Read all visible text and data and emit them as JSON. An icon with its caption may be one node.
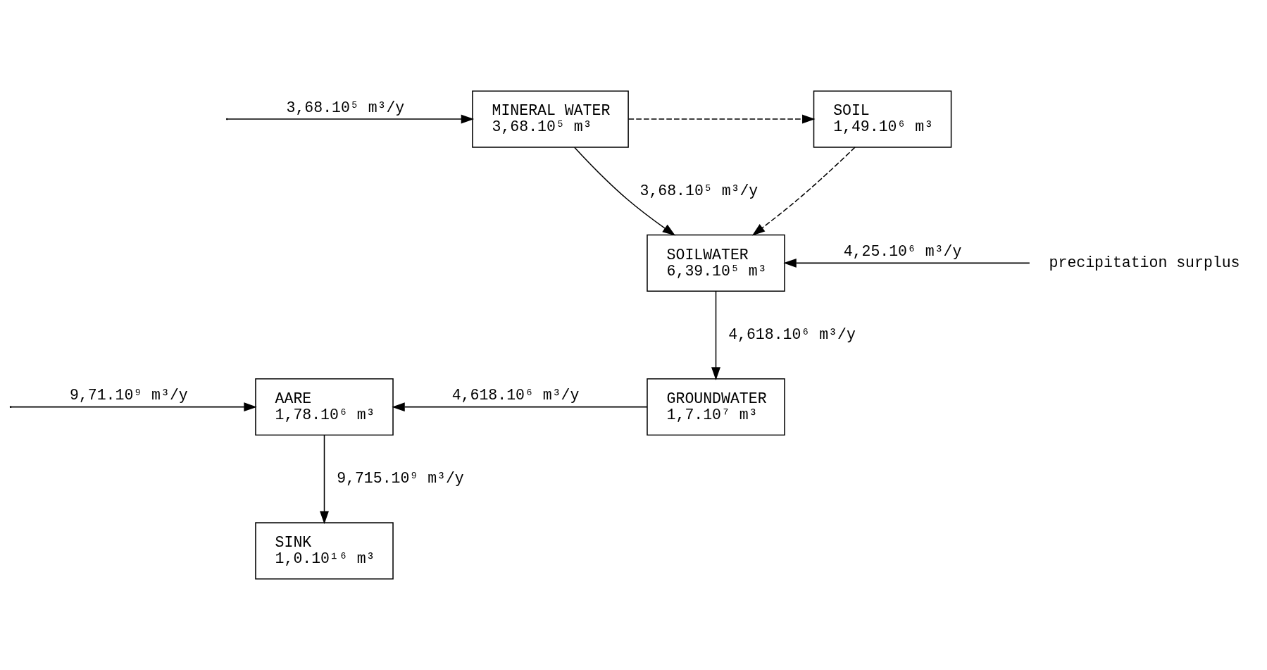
{
  "diagram": {
    "nodes": [
      {
        "text": [
          "MINERAL WATER",
          "3,68.10⁵ m³"
        ]
      },
      {
        "text": [
          "SOIL",
          "1,49.10⁶ m³"
        ]
      },
      {
        "text": [
          "SOILWATER",
          "6,39.10⁵ m³"
        ]
      },
      {
        "text": [
          "precipitation surplus"
        ]
      },
      {
        "text": [
          "GROUNDWATER",
          "1,7.10⁷ m³"
        ]
      },
      {
        "text": [
          "AARE",
          "1,78.10⁶ m³"
        ]
      },
      {
        "text": [
          "SINK",
          "1,0.10¹⁶ m³"
        ]
      }
    ],
    "edges": [
      {
        "from": null,
        "to": 0,
        "arrow": "to",
        "label": "3,68.10⁵ m³/y"
      },
      {
        "from": 0,
        "to": 1,
        "arrow": "to",
        "style": "dashed"
      },
      {
        "from": 1,
        "to": 2,
        "arrow": "to",
        "style": "dashed"
      },
      {
        "from": 0,
        "to": 2,
        "arrow": "to",
        "label": "3,68.10⁵ m³/y"
      },
      {
        "from": 3,
        "to": 2,
        "arrow": "to",
        "label": "4,25.10⁶ m³/y"
      },
      {
        "from": 2,
        "to": 4,
        "arrow": "to",
        "label": "4,618.10⁶ m³/y"
      },
      {
        "from": null,
        "to": 5,
        "arrow": "to",
        "label": "9,71.10⁹ m³/y"
      },
      {
        "from": 4,
        "to": 5,
        "arrow": "to",
        "label": "4,618.10⁶ m³/y"
      },
      {
        "from": 5,
        "to": 6,
        "arrow": "to",
        "label": "9,715.10⁹ m³/y"
      }
    ]
  }
}
